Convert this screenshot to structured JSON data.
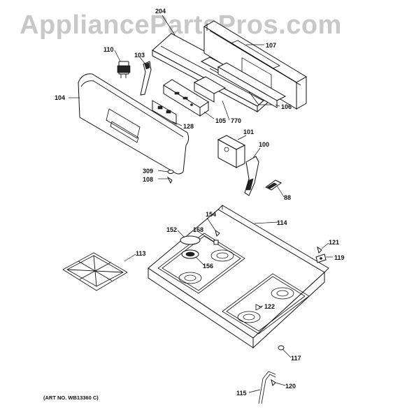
{
  "watermark": "AppliancePartsPros.com",
  "art_number": "(ART NO. WB13360 C)",
  "callouts": [
    {
      "id": "204",
      "label": "204"
    },
    {
      "id": "107",
      "label": "107"
    },
    {
      "id": "110",
      "label": "110"
    },
    {
      "id": "103",
      "label": "103"
    },
    {
      "id": "104",
      "label": "104"
    },
    {
      "id": "770",
      "label": "770"
    },
    {
      "id": "106",
      "label": "106"
    },
    {
      "id": "128",
      "label": "128"
    },
    {
      "id": "105",
      "label": "105"
    },
    {
      "id": "101",
      "label": "101"
    },
    {
      "id": "100",
      "label": "100"
    },
    {
      "id": "309",
      "label": "309"
    },
    {
      "id": "108",
      "label": "108"
    },
    {
      "id": "88",
      "label": "88"
    },
    {
      "id": "154",
      "label": "154"
    },
    {
      "id": "114",
      "label": "114"
    },
    {
      "id": "152",
      "label": "152"
    },
    {
      "id": "168",
      "label": "168"
    },
    {
      "id": "113",
      "label": "113"
    },
    {
      "id": "156",
      "label": "156"
    },
    {
      "id": "121",
      "label": "121"
    },
    {
      "id": "119",
      "label": "119"
    },
    {
      "id": "122",
      "label": "122"
    },
    {
      "id": "117",
      "label": "117"
    },
    {
      "id": "120",
      "label": "120"
    },
    {
      "id": "115",
      "label": "115"
    }
  ]
}
